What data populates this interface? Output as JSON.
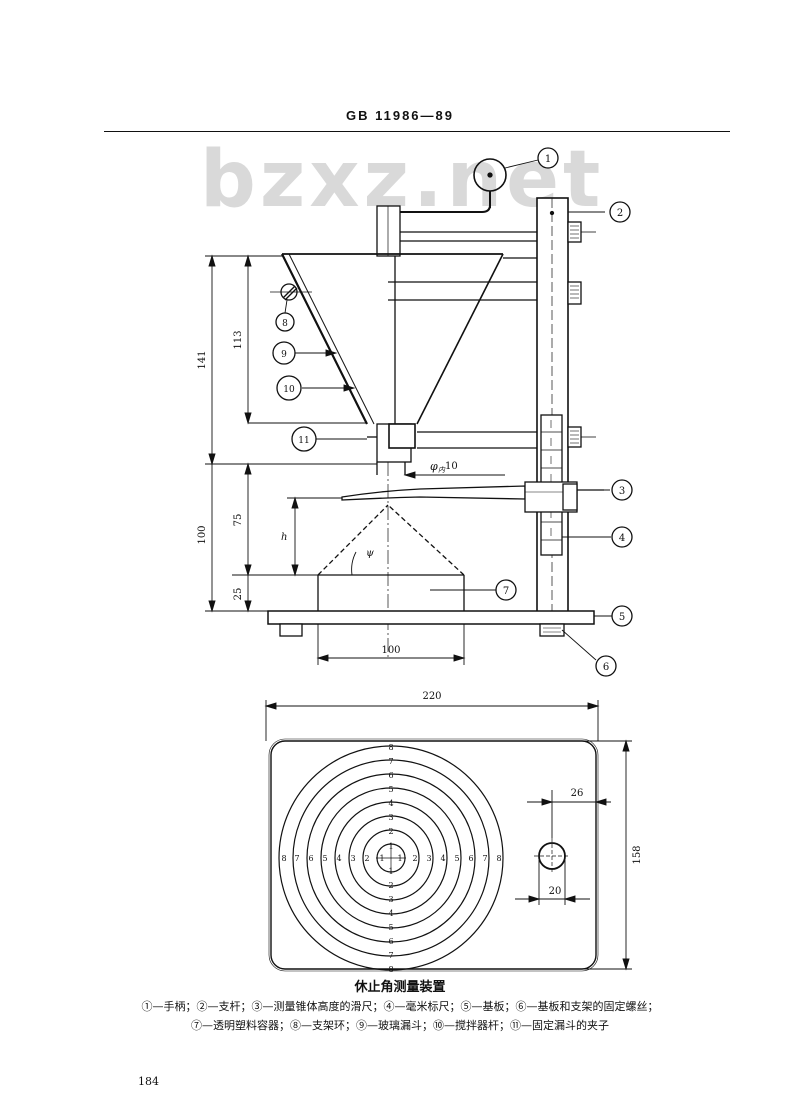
{
  "header": {
    "standard_code": "GB 11986—89"
  },
  "watermark": {
    "text": "bzxz.net"
  },
  "figure": {
    "callouts": [
      "1",
      "2",
      "3",
      "4",
      "5",
      "6",
      "7",
      "8",
      "9",
      "10",
      "11"
    ],
    "dimensions": {
      "d141": "141",
      "d113": "113",
      "d100_left": "100",
      "d75": "75",
      "d25": "25",
      "d100_bottom": "100",
      "d220": "220",
      "d158": "158",
      "d26": "26",
      "d20": "20",
      "h": "h",
      "psi": "ψ",
      "phi_base": "φ",
      "phi_sub": "内",
      "phi_value": "10"
    },
    "ring_numbers": [
      "1",
      "2",
      "3",
      "4",
      "5",
      "6",
      "7",
      "8"
    ]
  },
  "caption": {
    "title": "休止角测量装置",
    "legend_line1": "①—手柄；②—支杆；③—测量锥体高度的滑尺；④—毫米标尺；⑤—基板；⑥—基板和支架的固定螺丝；",
    "legend_line2": "⑦—透明塑料容器；⑧—支架环；⑨—玻璃漏斗；⑩—搅拌器杆；⑪—固定漏斗的夹子"
  },
  "page": {
    "number": "184"
  }
}
